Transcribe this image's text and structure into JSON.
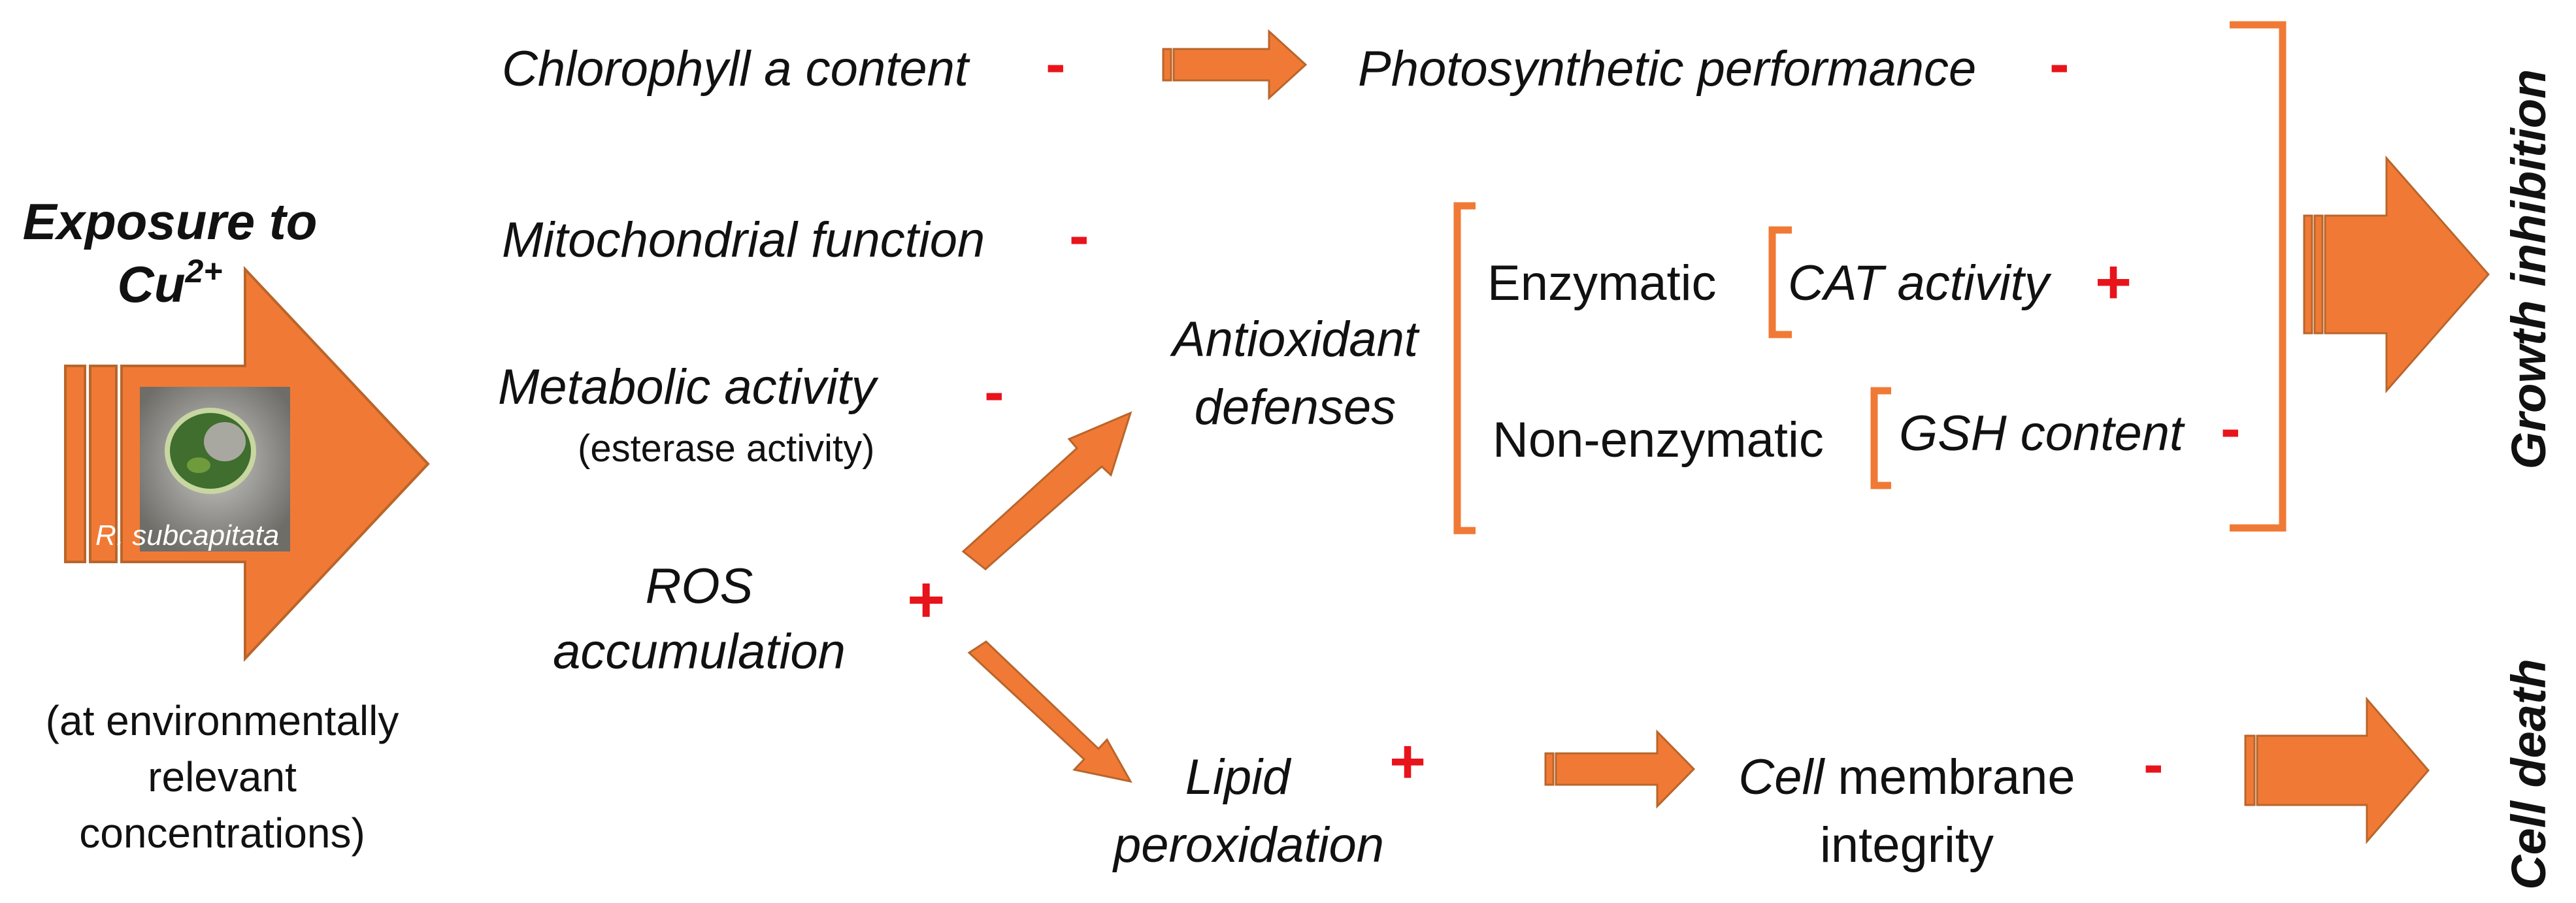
{
  "colors": {
    "arrow_fill": "#f07a35",
    "arrow_edge": "#b9652b",
    "bracket": "#f07a35",
    "sign": "#e8141b"
  },
  "source": {
    "title_line1": "Exposure to",
    "title_line2": "Cu",
    "title_sup": "2+",
    "organism_label": "R. subcapitata",
    "note_line1": "(at environmentally",
    "note_line2": "relevant",
    "note_line3": "concentrations)"
  },
  "effects": {
    "chlorophyll": {
      "label": "Chlorophyll a content",
      "sign": "-"
    },
    "photosynthetic": {
      "label": "Photosynthetic performance",
      "sign": "-"
    },
    "mitochondrial": {
      "label": "Mitochondrial function",
      "sign": "-"
    },
    "metabolic": {
      "label": "Metabolic activity",
      "sublabel": "(esterase activity)",
      "sign": "-"
    },
    "ros": {
      "line1": "ROS",
      "line2": "accumulation",
      "sign": "+"
    },
    "antioxidant": {
      "line1": "Antioxidant",
      "line2": "defenses"
    },
    "enzymatic": {
      "label": "Enzymatic"
    },
    "cat": {
      "label": "CAT activity",
      "sign": "+"
    },
    "nonenzymatic": {
      "label": "Non-enzymatic"
    },
    "gsh": {
      "label": "GSH content",
      "sign": "-"
    },
    "lipid": {
      "line1": "Lipid",
      "line2": "peroxidation",
      "sign": "+"
    },
    "membrane": {
      "line1_italic": "Cell",
      "line1_rest": " membrane",
      "line2": "integrity",
      "sign": "-"
    }
  },
  "outcomes": {
    "growth": "Growth inhibition",
    "death": "Cell death"
  }
}
